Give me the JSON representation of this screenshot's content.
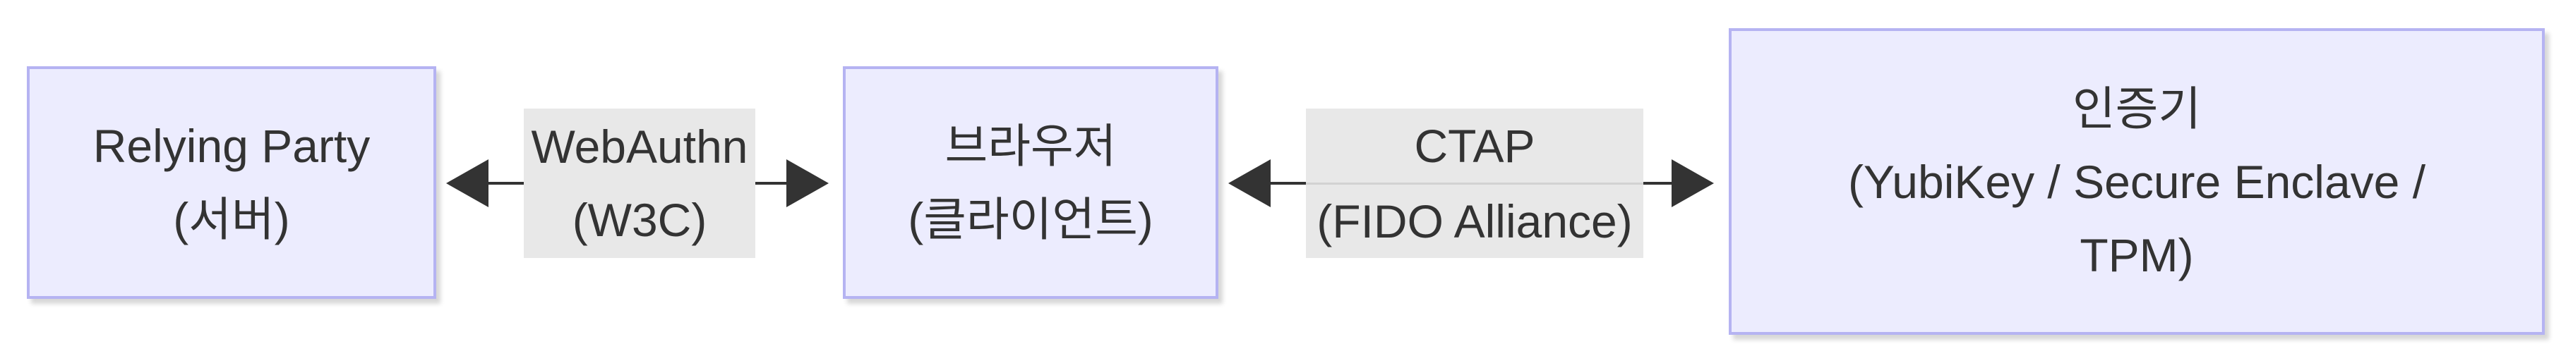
{
  "diagram": {
    "nodes": [
      {
        "id": "relying-party",
        "lines": [
          "Relying Party",
          "(서버)"
        ]
      },
      {
        "id": "browser",
        "lines": [
          "브라우저",
          "(클라이언트)"
        ]
      },
      {
        "id": "authenticator",
        "lines": [
          "인증기",
          "(YubiKey / Secure Enclave /",
          "TPM)"
        ]
      }
    ],
    "edges": [
      {
        "from": "relying-party",
        "to": "browser",
        "direction": "bidirectional",
        "label_lines": [
          "WebAuthn",
          "(W3C)"
        ]
      },
      {
        "from": "browser",
        "to": "authenticator",
        "direction": "bidirectional",
        "label_lines": [
          "CTAP",
          "(FIDO Alliance)"
        ]
      }
    ]
  },
  "colors": {
    "node_fill": "#ececfe",
    "node_border": "#b5b3f2",
    "edge_label_fill": "#e8e8e8",
    "arrow": "#333333",
    "text": "#333333"
  }
}
